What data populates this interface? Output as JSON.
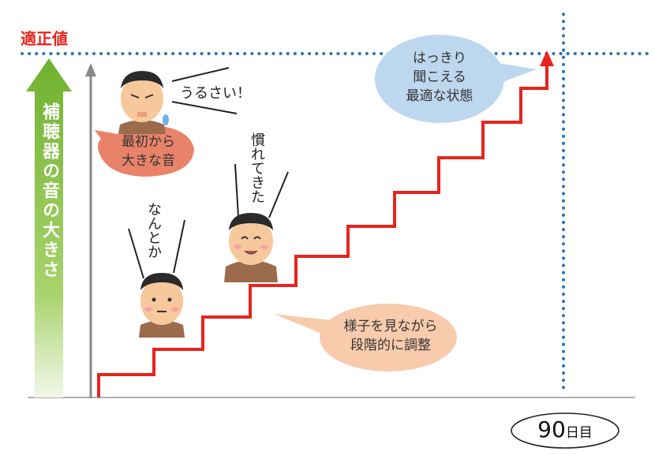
{
  "title": "適正値",
  "axis_label": "補聴器の音の大きさ",
  "speech_loud": "うるさい！",
  "speech_somehow": "なんとか",
  "speech_used": "慣れてきた",
  "bubble_first": {
    "line1": "最初から",
    "line2": "大きな音"
  },
  "bubble_clear": {
    "line1": "はっきり",
    "line2": "聞こえる",
    "line3": "最適な状態"
  },
  "bubble_adjust": {
    "line1": "様子を見ながら",
    "line2": "段階的に調整"
  },
  "day_marker": {
    "number": "90",
    "unit": "日目"
  },
  "colors": {
    "title_red": "#e8241c",
    "dotted_blue": "#2e74b5",
    "stair_red": "#e8241c",
    "axis_gray": "#808080",
    "arrow_green": "#8dc63f",
    "bubble_first": "#e8836a",
    "bubble_clear": "#bdd7ee",
    "bubble_adjust": "#f8cbad"
  }
}
